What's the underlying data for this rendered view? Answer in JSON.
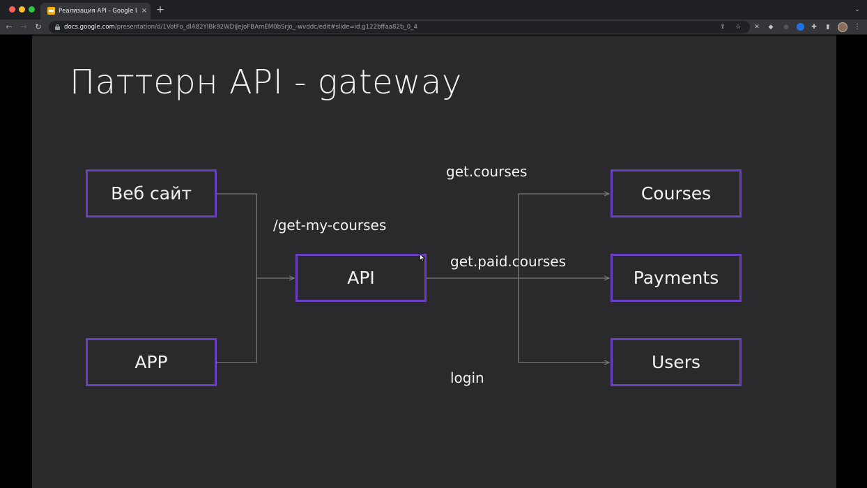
{
  "browser": {
    "tab_title": "Реализация API - Google Пре",
    "tab_close": "×",
    "new_tab": "+",
    "tab_menu": "⌄",
    "url_host": "docs.google.com",
    "url_path": "/presentation/d/1VotFo_dlA82YIBk92WDiJeJoFBAmEM0bSrjo_-wvddc/edit#slide=id.g122bffaa82b_0_4",
    "back": "←",
    "forward": "→",
    "reload": "↻",
    "share": "⇪",
    "star": "☆",
    "menu": "⋮",
    "colors": {
      "tabbar": "#202124",
      "toolbar": "#35363a",
      "omnibox": "#202124"
    }
  },
  "slide": {
    "title": "Паттерн API - gateway",
    "nodes": {
      "website": "Веб сайт",
      "app": "APP",
      "api": "API",
      "courses": "Courses",
      "payments": "Payments",
      "users": "Users"
    },
    "edge_labels": {
      "get_my_courses": "/get-my-courses",
      "get_courses": "get.courses",
      "get_paid_courses": "get.paid.courses",
      "login": "login"
    },
    "colors": {
      "background": "#2a2a2d",
      "node_border": "#6a3fc4",
      "connector": "#7a7a7a",
      "text": "#f2f2f2"
    }
  }
}
